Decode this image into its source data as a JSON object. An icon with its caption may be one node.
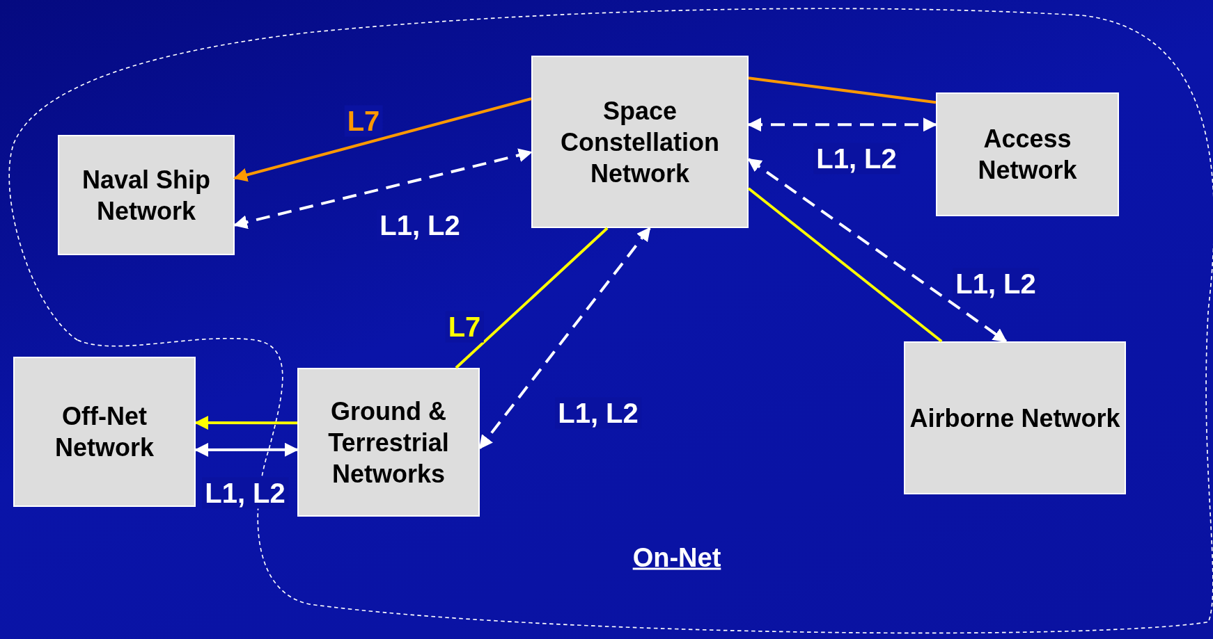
{
  "diagram": {
    "nodes": [
      {
        "text": [
          "On-Net"
        ]
      },
      {
        "text": [
          "Naval Ship Network"
        ],
        "in": 0
      },
      {
        "text": [
          "Space Constellation Network"
        ],
        "in": 0
      },
      {
        "text": [
          "Access Network"
        ],
        "in": 0
      },
      {
        "text": [
          "Off-Net Network"
        ]
      },
      {
        "text": [
          "Ground & Terrestrial Networks"
        ],
        "in": 0
      },
      {
        "text": [
          "Airborne Network"
        ],
        "in": 0
      }
    ],
    "edges": [
      {
        "from": 3,
        "to": 2,
        "arrow": "none",
        "color": "#ff9900"
      },
      {
        "from": 2,
        "to": 1,
        "arrow": "to",
        "label": "L7",
        "color": "#ff9900"
      },
      {
        "from": 1,
        "to": 2,
        "arrow": "both",
        "label": "L1, L2",
        "style": "dashed"
      },
      {
        "from": 2,
        "to": 3,
        "arrow": "both",
        "label": "L1, L2",
        "style": "dashed"
      },
      {
        "from": 6,
        "to": 2,
        "arrow": "none",
        "color": "#ffff00"
      },
      {
        "from": 2,
        "to": 5,
        "arrow": "none",
        "label": "L7",
        "color": "#ffff00"
      },
      {
        "from": 5,
        "to": 4,
        "arrow": "to",
        "color": "#ffff00"
      },
      {
        "from": 2,
        "to": 6,
        "arrow": "both",
        "label": "L1, L2",
        "style": "dashed"
      },
      {
        "from": 2,
        "to": 5,
        "arrow": "both",
        "label": "L1, L2",
        "style": "dashed"
      },
      {
        "from": 4,
        "to": 5,
        "arrow": "both",
        "label": "L1, L2"
      }
    ]
  }
}
